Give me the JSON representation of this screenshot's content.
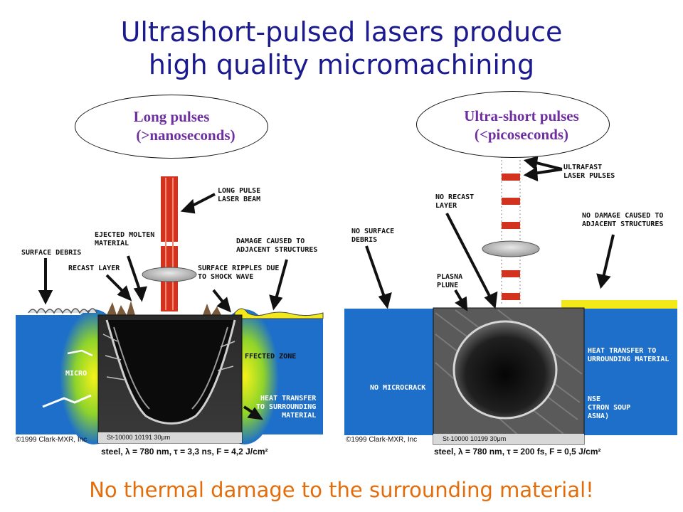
{
  "title": {
    "line1": "Ultrashort-pulsed lasers produce",
    "line2": "high quality micromachining"
  },
  "left_panel": {
    "ellipse_line1": "Long  pulses",
    "ellipse_line2": "(>nanoseconds)",
    "labels": {
      "long_pulse_beam": [
        "LONG PULSE",
        "LASER BEAM"
      ],
      "ejected_molten": [
        "EJECTED MOLTEN",
        "MATERIAL"
      ],
      "damage_adjacent": [
        "DAMAGE CAUSED TO",
        "ADJACENT STRUCTURES"
      ],
      "surface_debris": [
        "SURFACE DEBRIS"
      ],
      "recast_layer": [
        "RECAST LAYER"
      ],
      "surface_ripples": [
        "SURFACE RIPPLES DUE",
        "TO SHOCK WAVE"
      ],
      "affected_zone": "FFECTED ZONE",
      "micro": "MICRO",
      "heat_transfer": [
        "HEAT TRANSFER",
        "TO SURROUNDING",
        "MATERIAL"
      ]
    },
    "copyright": "©1999 Clark-MXR, Inc",
    "sem_footer": "St-10000    10191    30μm",
    "caption": "steel, λ = 780 nm, τ = 3,3 ns, F = 4,2 J/cm²"
  },
  "right_panel": {
    "ellipse_line1": "Ultra-short pulses",
    "ellipse_line2": "(<picoseconds)",
    "labels": {
      "ultrafast_pulses": [
        "ULTRAFAST",
        "LASER PULSES"
      ],
      "no_recast": [
        "NO RECAST",
        "LAYER"
      ],
      "no_damage": [
        "NO DAMAGE CAUSED TO",
        "ADJACENT STRUCTURES"
      ],
      "no_surface_debris": [
        "NO SURFACE",
        "DEBRIS"
      ],
      "plasma_plume": [
        "PLASNA",
        "PLUNE"
      ],
      "heat_transfer": [
        "HEAT TRANSFER TO",
        "URROUNDING MATERIAL"
      ],
      "no_microcracks": "NO MICROCRACK",
      "dense_soup": [
        "NSE",
        "CTRON SOUP",
        "ASNA)"
      ]
    },
    "copyright": "©1999 Clark-MXR, Inc",
    "sem_footer": "St-10000    10199    30μm",
    "caption": "steel, λ = 780 nm, τ = 200 fs, F = 0,5 J/cm²"
  },
  "bottom_text": "No thermal damage to the surrounding material!",
  "colors": {
    "title": "#1b1b8f",
    "ellipse_text": "#6f2fa0",
    "bottom_text": "#e46c0a",
    "material_blue": "#1d6fc9",
    "heat_zone_green": "#7ed321",
    "beam_red": "#d2321e",
    "surface_yellow": "#f3e81a"
  }
}
